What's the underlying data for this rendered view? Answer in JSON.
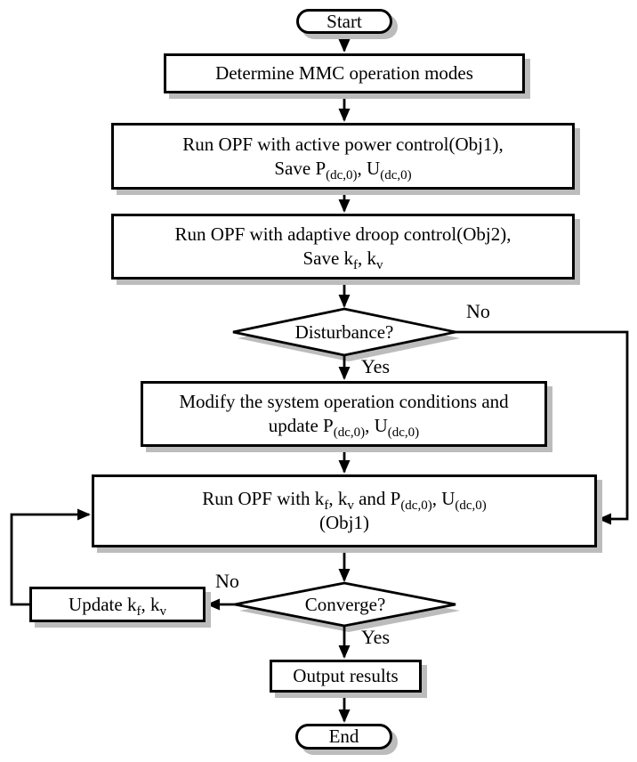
{
  "colors": {
    "background": "#ffffff",
    "line": "#000000",
    "shadow": "#bcbcbc"
  },
  "diagram": {
    "nodes": {
      "start": {
        "label": "Start"
      },
      "determine": {
        "lines": [
          [
            {
              "t": "Determine MMC operation modes"
            }
          ]
        ]
      },
      "opf_active": {
        "lines": [
          [
            {
              "t": "Run OPF with active power control(Obj1),"
            }
          ],
          [
            {
              "t": "Save P"
            },
            {
              "t": "(dc,0)",
              "sub": true
            },
            {
              "t": ", U"
            },
            {
              "t": "(dc,0)",
              "sub": true
            }
          ]
        ]
      },
      "opf_droop": {
        "lines": [
          [
            {
              "t": "Run OPF with adaptive droop control(Obj2),"
            }
          ],
          [
            {
              "t": "Save k"
            },
            {
              "t": "f",
              "sub": true
            },
            {
              "t": ", k"
            },
            {
              "t": "v",
              "sub": true
            }
          ]
        ]
      },
      "disturbance": {
        "label": "Disturbance?"
      },
      "modify": {
        "lines": [
          [
            {
              "t": "Modify the system operation conditions and"
            }
          ],
          [
            {
              "t": "update  P"
            },
            {
              "t": "(dc,0)",
              "sub": true
            },
            {
              "t": ", U"
            },
            {
              "t": "(dc,0)",
              "sub": true
            }
          ]
        ]
      },
      "opf_run": {
        "lines": [
          [
            {
              "t": "Run OPF with k"
            },
            {
              "t": "f",
              "sub": true
            },
            {
              "t": ", k"
            },
            {
              "t": "v",
              "sub": true
            },
            {
              "t": " and P"
            },
            {
              "t": "(dc,0)",
              "sub": true
            },
            {
              "t": ", U"
            },
            {
              "t": "(dc,0)",
              "sub": true
            }
          ],
          [
            {
              "t": "(Obj1)"
            }
          ]
        ]
      },
      "converge": {
        "label": "Converge?"
      },
      "update_k": {
        "lines": [
          [
            {
              "t": "Update k"
            },
            {
              "t": "f",
              "sub": true
            },
            {
              "t": ", k"
            },
            {
              "t": "v",
              "sub": true
            }
          ]
        ]
      },
      "output": {
        "label": "Output results"
      },
      "end": {
        "label": "End"
      }
    },
    "edge_labels": {
      "disturbance_no": "No",
      "disturbance_yes": "Yes",
      "converge_no": "No",
      "converge_yes": "Yes"
    }
  }
}
